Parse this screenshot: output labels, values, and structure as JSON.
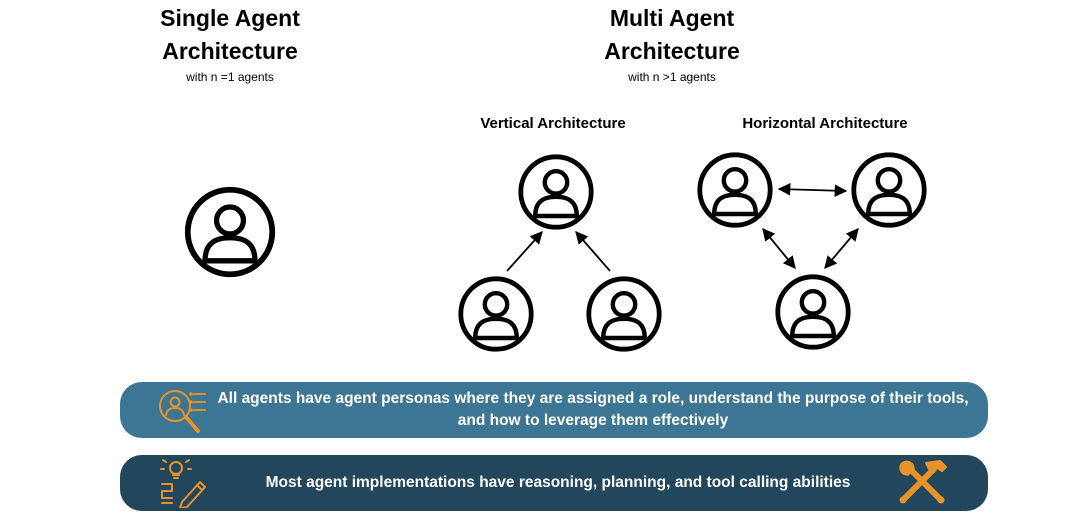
{
  "single": {
    "title_line1": "Single Agent",
    "title_line2": "Architecture",
    "subtitle": "with n =1 agents"
  },
  "multi": {
    "title_line1": "Multi Agent",
    "title_line2": "Architecture",
    "subtitle": "with n >1 agents",
    "vertical_label": "Vertical Architecture",
    "horizontal_label": "Horizontal Architecture"
  },
  "banners": {
    "personas": {
      "text": "All agents have agent personas where they are assigned a role, understand the purpose of their tools, and how to leverage them effectively",
      "bg": "#3c7694"
    },
    "abilities": {
      "text": "Most agent implementations have reasoning, planning, and tool calling abilities",
      "bg": "#22475c"
    }
  },
  "colors": {
    "icon_accent": "#e8932a"
  },
  "icons": [
    "agent-person-icon",
    "persona-search-icon",
    "idea-planning-icon",
    "tools-icon"
  ]
}
